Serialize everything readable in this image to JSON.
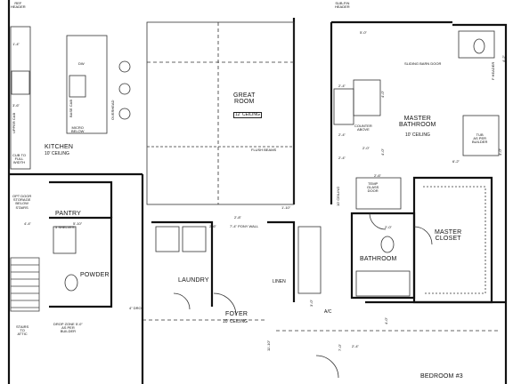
{
  "plan": {
    "rooms": {
      "great_room": "GREAT\nROOM",
      "great_room_ceiling": "12' CEILING",
      "kitchen": "KITCHEN",
      "kitchen_ceiling": "10' CEILING",
      "master_bath": "MASTER\nBATHROOM",
      "master_bath_ceiling": "10' CEILING",
      "pantry": "PANTRY",
      "powder": "POWDER",
      "laundry": "LAUNDRY",
      "foyer": "FOYER",
      "foyer_ceiling": "10' CEILING",
      "bathroom": "BATHROOM",
      "master_closet": "MASTER\nCLOSET",
      "linen": "LINEN",
      "bedroom3": "BEDROOM #3",
      "ac": "A/C"
    },
    "notes": {
      "flush_beams": "FLUSH BEAMS",
      "sliding_barn_door": "SLIDING BARN DOOR",
      "five_shelves": "5 SHELVES",
      "drop_zone": "DROP ZONE 5'-0\"\nAS PER\nBUILDER",
      "stairs_to_attic": "STAIRS\nTO\nATTIC",
      "four_drop": "4\" DROP",
      "opt_door": "OPT DOOR\nSTORAGE\nBELOW\nSTAIRS",
      "temp_glass_door": "TEMP\nGLASS\nDOOR",
      "tub_note": "TUB\nAS PER\nBUILDER",
      "micro_below": "MICRO\nBELOW",
      "base_cab": "BASE CAB",
      "upper_cab": "UPPER CAB",
      "overhead": "OVERHEAD",
      "dw": "DW",
      "cub": "CUB TO\nFULL\nWIDTH",
      "pony_wall": "7'-4\" PONY WALL",
      "ceiling_10": "10' CEILING",
      "refer": "REF\nHEADER",
      "sub_above": "SUB-FIN\nHEADER",
      "f_header": "F HEADER",
      "counter_above": "COUNTER\nABOVE"
    },
    "dimensions": {
      "d_5_0": "5'-0\"",
      "d_2_4a": "2'-4\"",
      "d_2_4b": "2'-4\"",
      "d_2_4c": "2'-4\"",
      "d_4_0a": "4'-0\"",
      "d_4_0b": "4'-0\"",
      "d_4_0c": "4'-0\"",
      "d_6_2": "6'-2\"",
      "d_2_6": "2'-6\"",
      "d_2_0": "2'-0\"",
      "d_1_4": "1'-4\"",
      "d_1_10": "1'-10\"",
      "d_3_6": "3'-6\"",
      "d_2_8": "2'-8\"",
      "d_5_10": "5'-10\"",
      "d_4_4": "4'-4\"",
      "d_4_2": "4'-2\"",
      "d_7_0": "7'-0\"",
      "d_2_4d": "2'-4\"",
      "d_4_0d": "4'-0\"",
      "d_2_0b": "2'-0\"",
      "d_11_10": "11'-10\"",
      "d_2_6b": "2'-6\"",
      "d_3_0": "3'-0\""
    }
  }
}
